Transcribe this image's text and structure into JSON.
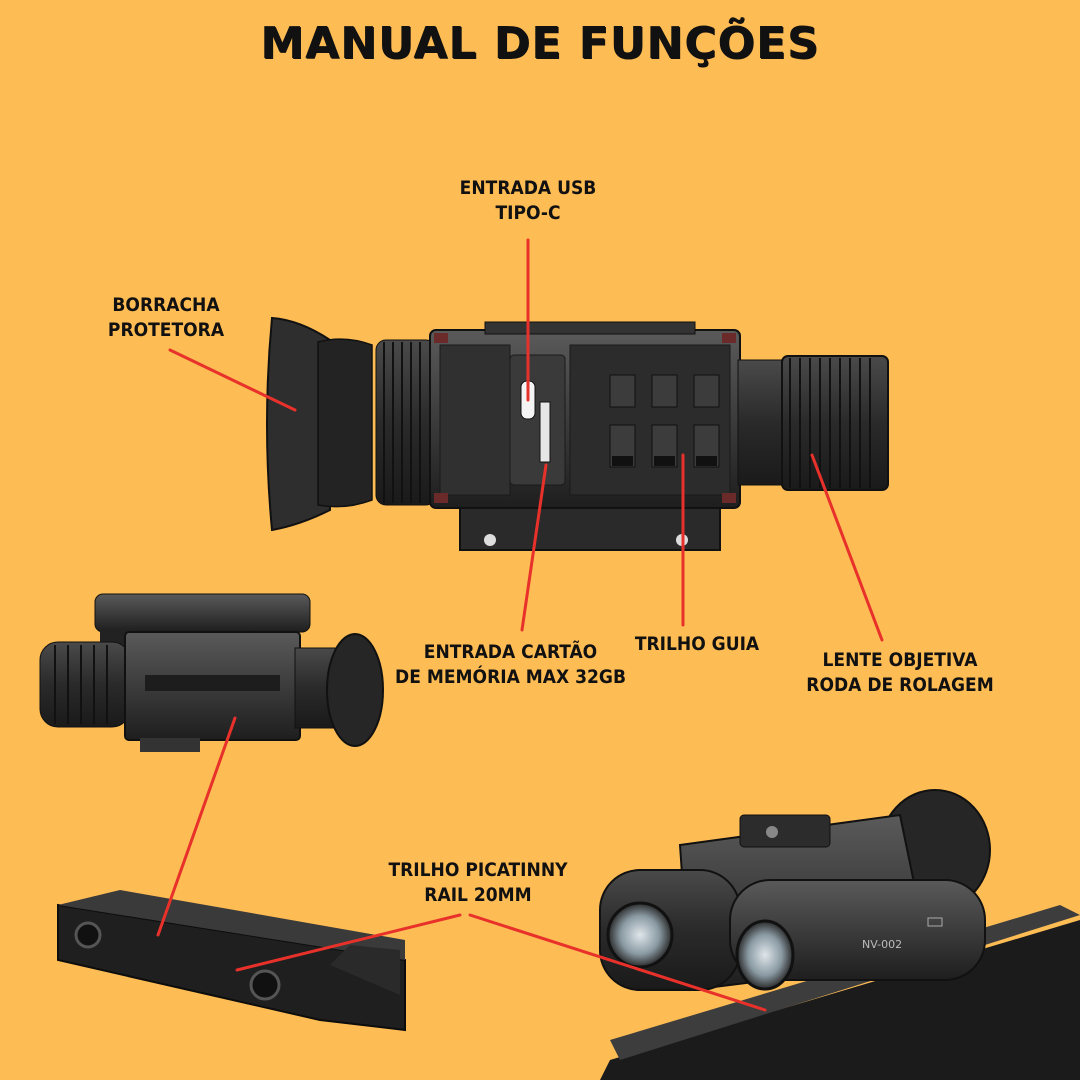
{
  "title": "MANUAL DE FUNÇÕES",
  "labels": {
    "usb": {
      "line1": "ENTRADA USB",
      "line2": "TIPO-C"
    },
    "rubber": {
      "line1": "BORRACHA",
      "line2": "PROTETORA"
    },
    "card": {
      "line1": "ENTRADA CARTÃO",
      "line2": "DE MEMÓRIA MAX 32GB"
    },
    "rail": {
      "line1": "TRILHO GUIA"
    },
    "lens": {
      "line1": "LENTE OBJETIVA",
      "line2": "RODA DE ROLAGEM"
    },
    "picatinny": {
      "line1": "TRILHO PICATINNY",
      "line2": "RAIL 20MM"
    }
  },
  "device": {
    "model_label": "NV-002"
  },
  "colors": {
    "background": "#FEBC54",
    "pointer": "#E8312A",
    "device": "#2B2B2B"
  }
}
